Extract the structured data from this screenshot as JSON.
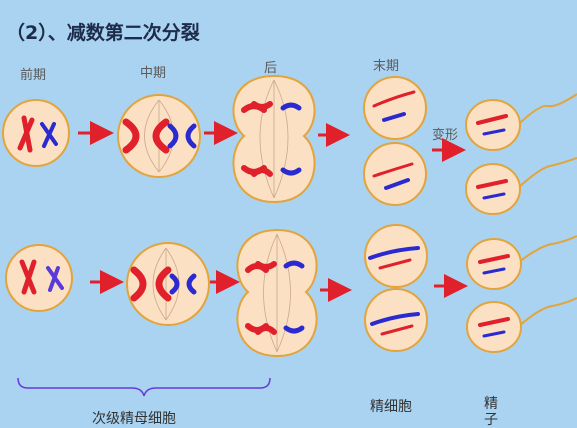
{
  "title": "（2）、减数第二次分裂",
  "stages": {
    "prophase": "前期",
    "metaphase": "中期",
    "anaphase": "后",
    "telophase": "末期",
    "transform": "变形"
  },
  "bottom_labels": {
    "secondary": "次级精母细胞",
    "spermatid": "精细胞",
    "sperm": "精子"
  },
  "colors": {
    "background": "#a9d3f1",
    "cell_fill": "#fbe0c4",
    "cell_border": "#e2a43c",
    "arrow": "#e0202a",
    "chromosome_red": "#e0202a",
    "chromosome_blue": "#2a2ad0",
    "tail": "#e2a43c"
  }
}
